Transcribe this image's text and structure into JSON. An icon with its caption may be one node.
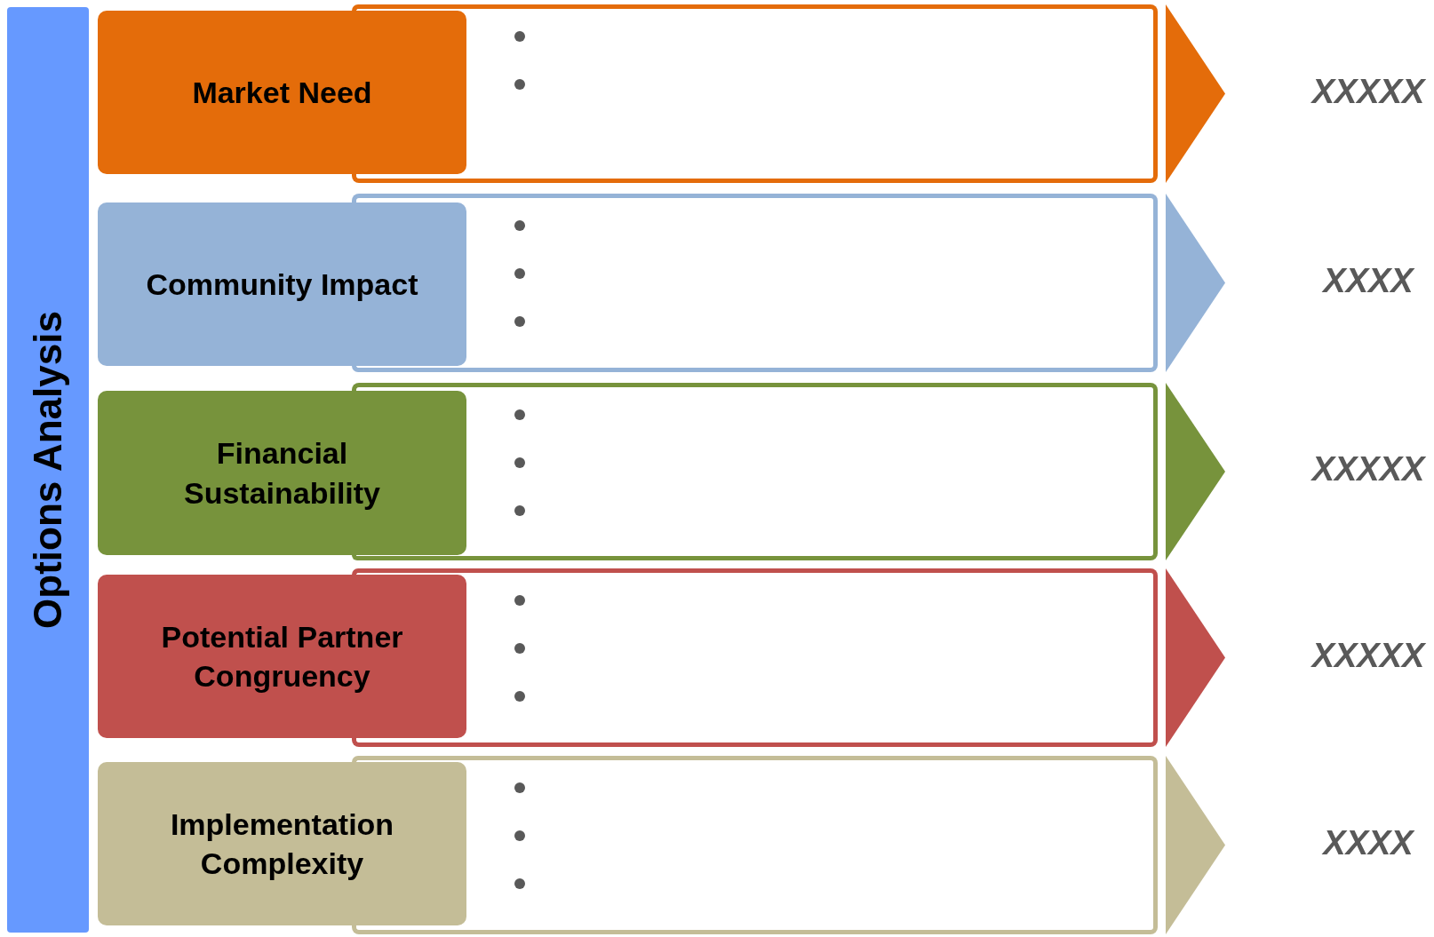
{
  "diagram": {
    "nodes": [
      {
        "text": [
          "Options Analysis"
        ]
      },
      {
        "text": [
          "Market Need"
        ]
      },
      {
        "text": [],
        "shape": "box"
      },
      {
        "text": [
          "Community Impact"
        ]
      },
      {
        "text": [],
        "shape": "box"
      },
      {
        "text": [
          "Financial Sustainability"
        ]
      },
      {
        "text": [],
        "shape": "box"
      },
      {
        "text": [
          "Potential Partner Congruency"
        ]
      },
      {
        "text": [],
        "shape": "box"
      },
      {
        "text": [
          "Implementation Complexity"
        ]
      },
      {
        "text": [],
        "shape": "box"
      }
    ],
    "labels": [
      "XXXXX",
      "XXXX",
      "XXXXX",
      "XXXXX",
      "XXXX"
    ]
  }
}
